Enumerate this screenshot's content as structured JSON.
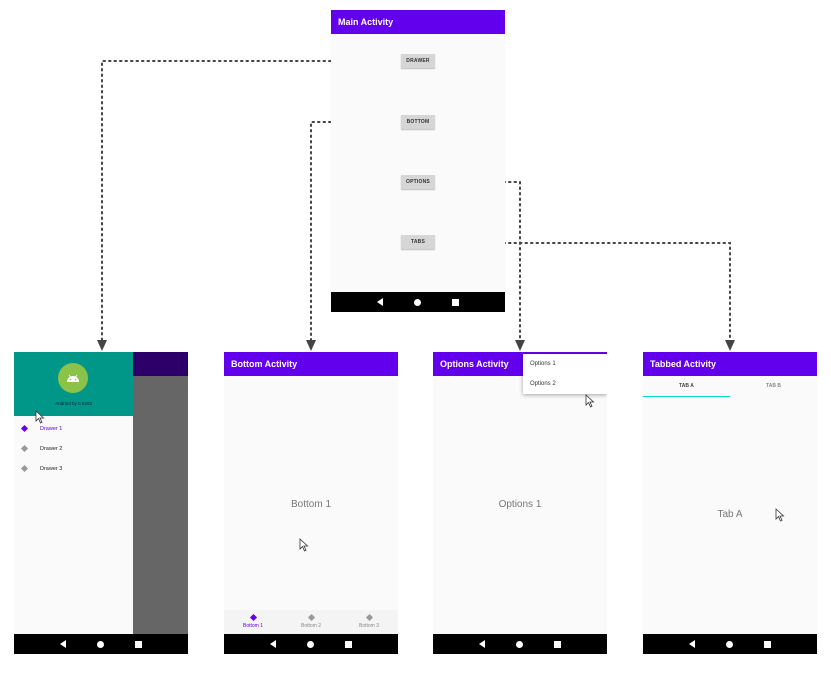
{
  "main": {
    "title": "Main Activity",
    "buttons": [
      "DRAWER",
      "BOTTOM",
      "OPTIONS",
      "TABS"
    ]
  },
  "drawer": {
    "subtitle": "Android by 0.6403",
    "items": [
      "Drawer 1",
      "Drawer 2",
      "Drawer 3"
    ],
    "header_color": "#009688"
  },
  "bottom": {
    "title": "Bottom Activity",
    "content": "Bottom 1",
    "nav": [
      "Bottom 1",
      "Bottom 2",
      "Bottom 3"
    ]
  },
  "options": {
    "title": "Options Activity",
    "content": "Options 1",
    "menu": [
      "Options 1",
      "Options 2"
    ]
  },
  "tabbed": {
    "title": "Tabbed Activity",
    "tabs": [
      "TAB A",
      "TAB B"
    ],
    "content": "Tab A"
  },
  "colors": {
    "primary": "#6200ee",
    "accent": "#03dac5",
    "connector": "#444444"
  }
}
